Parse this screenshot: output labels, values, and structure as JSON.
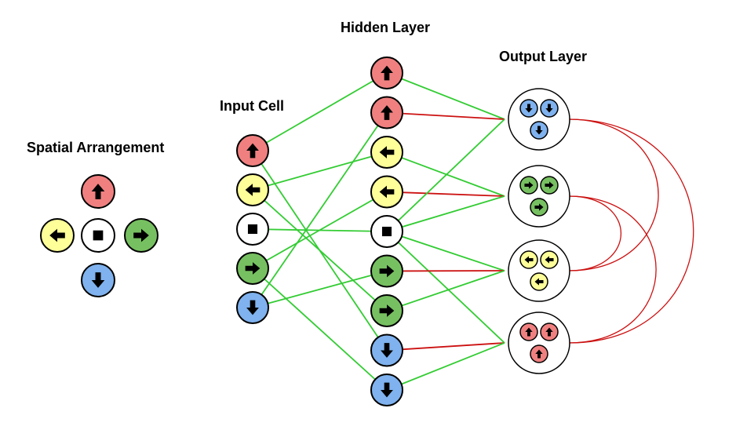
{
  "labels": {
    "spatial": "Spatial Arrangement",
    "input": "Input Cell",
    "hidden": "Hidden Layer",
    "output": "Output Layer"
  },
  "colors": {
    "up": "#f08080",
    "left": "#ffff99",
    "center": "#ffffff",
    "right": "#77c061",
    "down": "#7fb2ee",
    "excitatory_edge": "#33cc33",
    "inhibitory_edge": "#cc1111"
  },
  "icons": {
    "up": "arrow-up-icon",
    "left": "arrow-left-icon",
    "center": "square-icon",
    "right": "arrow-right-icon",
    "down": "arrow-down-icon"
  },
  "spatial_arrangement": [
    "up",
    "left",
    "center",
    "right",
    "down"
  ],
  "input_cells": [
    "up",
    "left",
    "center",
    "right",
    "down"
  ],
  "hidden_layer": [
    "up",
    "up",
    "left",
    "left",
    "center",
    "right",
    "right",
    "down",
    "down"
  ],
  "output_layer": [
    "down",
    "right",
    "left",
    "up"
  ],
  "input_to_hidden": [
    [
      0,
      0
    ],
    [
      0,
      7
    ],
    [
      1,
      2
    ],
    [
      1,
      6
    ],
    [
      2,
      4
    ],
    [
      3,
      3
    ],
    [
      3,
      8
    ],
    [
      4,
      1
    ],
    [
      4,
      5
    ]
  ],
  "hidden_to_output": [
    {
      "from": 0,
      "to": 0,
      "type": "excitatory"
    },
    {
      "from": 1,
      "to": 0,
      "type": "inhibitory"
    },
    {
      "from": 2,
      "to": 1,
      "type": "excitatory"
    },
    {
      "from": 3,
      "to": 1,
      "type": "inhibitory"
    },
    {
      "from": 4,
      "to": 0,
      "type": "excitatory"
    },
    {
      "from": 4,
      "to": 1,
      "type": "excitatory"
    },
    {
      "from": 4,
      "to": 2,
      "type": "excitatory"
    },
    {
      "from": 4,
      "to": 3,
      "type": "excitatory"
    },
    {
      "from": 5,
      "to": 2,
      "type": "inhibitory"
    },
    {
      "from": 6,
      "to": 2,
      "type": "excitatory"
    },
    {
      "from": 7,
      "to": 3,
      "type": "inhibitory"
    },
    {
      "from": 8,
      "to": 3,
      "type": "excitatory"
    }
  ],
  "output_interconnections": [
    [
      0,
      2
    ],
    [
      0,
      3
    ],
    [
      1,
      2
    ],
    [
      1,
      3
    ]
  ]
}
